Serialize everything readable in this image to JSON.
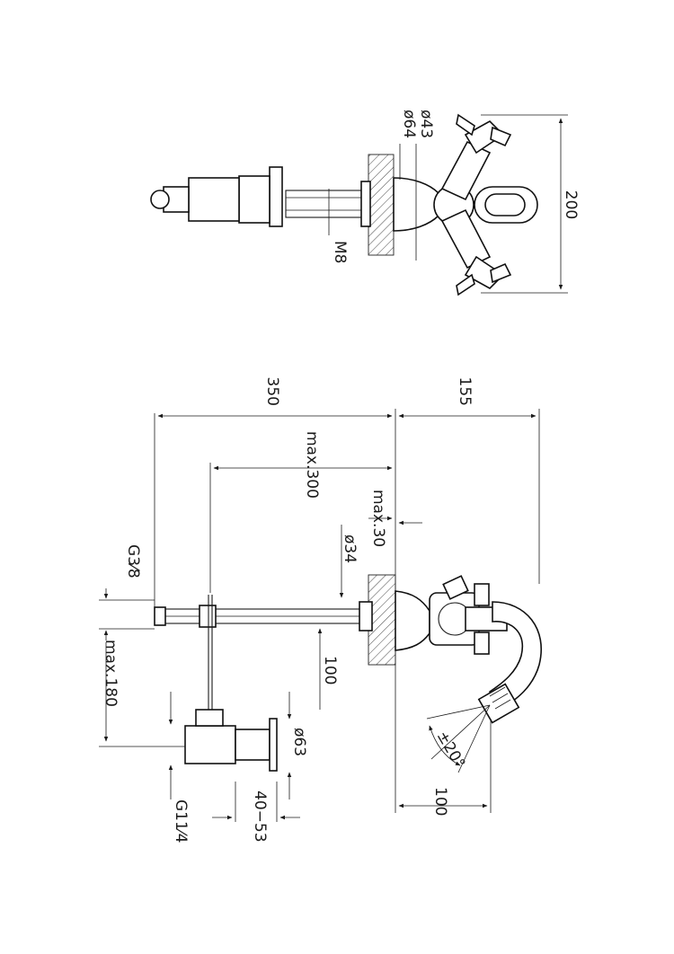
{
  "dimensions": {
    "top_view": {
      "overall": "200",
      "inner_diameter": "ø43",
      "outer_diameter": "ø64",
      "thread": "M8"
    },
    "side_view": {
      "total_length": "350",
      "spout_height": "155",
      "hose_max": "max.300",
      "slab_max": "max.30",
      "shank_diameter": "ø34",
      "connector_thread_num": "G",
      "connector_thread_frac": "3⁄8",
      "hose_offset": "100",
      "max_lower": "max.180",
      "pop_up_diameter": "ø63",
      "pop_up_thickness": "40−53",
      "waste_thread_num": "G1",
      "waste_thread_frac": "1⁄4",
      "spout_angle": "±20°",
      "spout_projection": "100"
    }
  }
}
